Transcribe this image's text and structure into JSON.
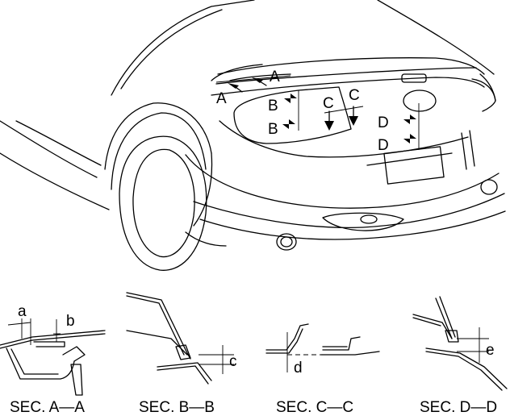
{
  "view_labels": {
    "a1": "A",
    "a2": "A",
    "b1": "B",
    "b2": "B",
    "c1": "C",
    "c2": "C",
    "d1": "D",
    "d2": "D"
  },
  "dimensions": {
    "a": "a",
    "b": "b",
    "c": "c",
    "d": "d",
    "e": "e"
  },
  "section_captions": {
    "aa": "SEC. A—A",
    "bb": "SEC. B—B",
    "cc": "SEC. C—C",
    "dd": "SEC. D—D"
  }
}
